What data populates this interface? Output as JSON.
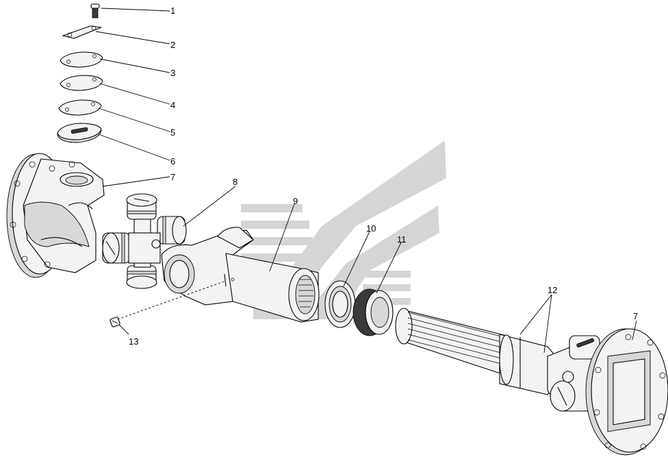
{
  "watermark_color": "#c8c8c8",
  "callouts": {
    "c1": "1",
    "c2": "2",
    "c3": "3",
    "c4": "4",
    "c5": "5",
    "c6": "6",
    "c7a": "7",
    "c8": "8",
    "c9": "9",
    "c10": "10",
    "c11": "11",
    "c12": "12",
    "c7b": "7",
    "c13": "13"
  }
}
